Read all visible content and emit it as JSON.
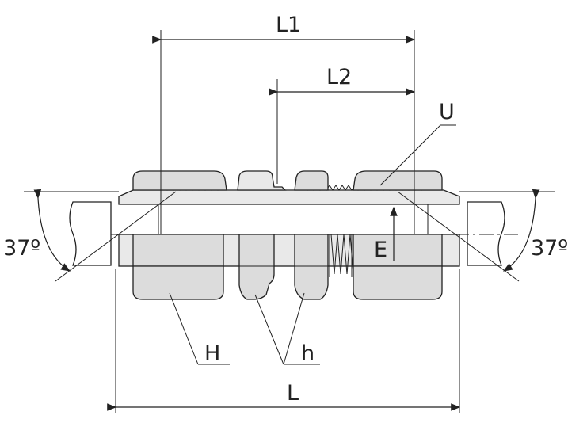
{
  "diagram": {
    "labels": {
      "L1": "L1",
      "L2": "L2",
      "U": "U",
      "E": "E",
      "H": "H",
      "h": "h",
      "L": "L",
      "angle_left": "37º",
      "angle_right": "37º"
    }
  }
}
